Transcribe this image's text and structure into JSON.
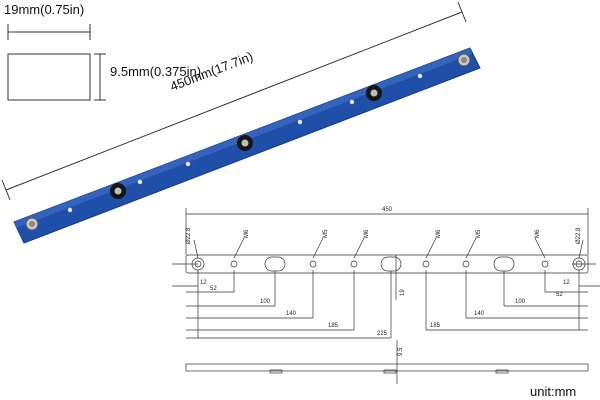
{
  "product_dimensions": {
    "width_label": "19mm(0.75in)",
    "height_label": "9.5mm(0.375in)",
    "length_label": "450mm(17.7in)"
  },
  "drawing": {
    "total_length": "450",
    "hole_dia_left": "Ø22.8",
    "hole_dia_right": "Ø22.8",
    "thread_labels": [
      "M6",
      "M5",
      "M6",
      "M6",
      "M5",
      "M6"
    ],
    "dims_left": [
      "12",
      "52",
      "100",
      "140",
      "185",
      "225"
    ],
    "dims_right": [
      "12",
      "52",
      "100",
      "140",
      "185"
    ],
    "width_dim": "19",
    "height_dim": "9.5",
    "unit": "unit:mm"
  },
  "colors": {
    "bar_blue": "#1f4fa8",
    "bar_edge": "#163c84",
    "line": "#333333"
  }
}
